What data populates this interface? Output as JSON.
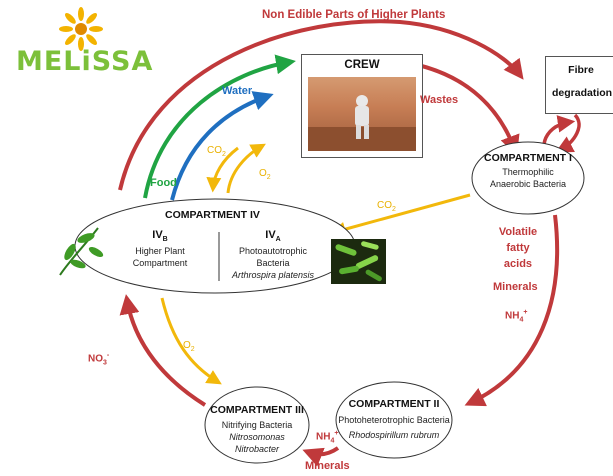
{
  "logo": {
    "text": "MELiSSA"
  },
  "top_arrow_label": "Non Edible Parts of Higher Plants",
  "crew": {
    "title": "CREW"
  },
  "wastes_label": "Wastes",
  "fibre": {
    "line1": "Fibre",
    "line2": "degradation"
  },
  "flows": {
    "water": "Water",
    "food": "Food",
    "co2_top_main": "CO",
    "co2_top_sub": "2",
    "o2_top_main": "O",
    "o2_top_sub": "2",
    "co2_mid_main": "CO",
    "co2_mid_sub": "2",
    "o2_bottom_main": "O",
    "o2_bottom_sub": "2",
    "no3_main": "NO",
    "no3_sub": "3",
    "no3_sup": "-",
    "nh4_right_main": "NH",
    "nh4_right_sub": "4",
    "nh4_right_sup": "+",
    "nh4_bottom_main": "NH",
    "nh4_bottom_sub": "4",
    "nh4_bottom_sup": "+",
    "minerals_bottom": "Minerals"
  },
  "comp1": {
    "title": "COMPARTMENT I",
    "line1": "Thermophilic",
    "line2": "Anaerobic Bacteria"
  },
  "right_labels": {
    "volatile": "Volatile",
    "fatty": "fatty",
    "acids": "acids",
    "minerals": "Minerals"
  },
  "comp4": {
    "title": "COMPARTMENT IV",
    "ivb_main": "IV",
    "ivb_sub": "B",
    "ivb_line1": "Higher Plant",
    "ivb_line2": "Compartment",
    "iva_main": "IV",
    "iva_sub": "A",
    "iva_line1": "Photoautotrophic",
    "iva_line2": "Bacteria",
    "iva_line3": "Arthrospira platensis"
  },
  "comp3": {
    "title": "COMPARTMENT III",
    "line1": "Nitrifying  Bacteria",
    "line2": "Nitrosomonas",
    "line3": "Nitrobacter"
  },
  "comp2": {
    "title": "COMPARTMENT II",
    "line1": "Photoheterotrophic Bacteria",
    "line2": "Rhodospirillum rubrum"
  },
  "colors": {
    "red": "#c0393b",
    "green": "#20a443",
    "blue": "#1f6fc0",
    "yellow": "#f2b80b",
    "logo_green": "#7cc03a"
  }
}
